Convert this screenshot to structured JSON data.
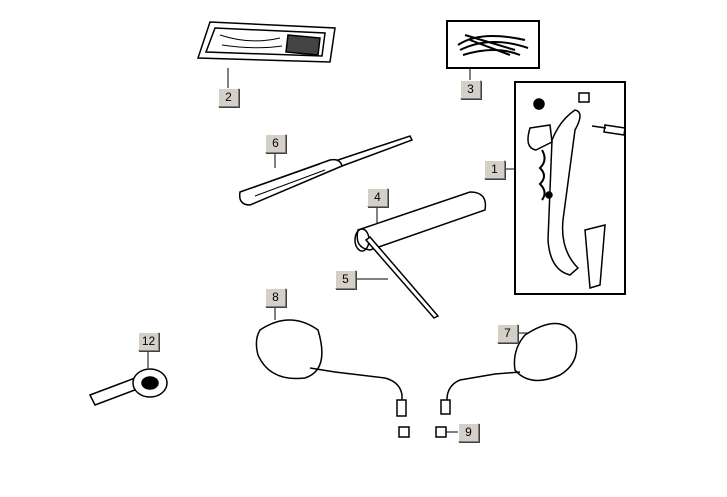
{
  "callouts": [
    {
      "number": "1",
      "part": "side-stand-kit"
    },
    {
      "number": "2",
      "part": "tool-pouch"
    },
    {
      "number": "3",
      "part": "hardware-bag"
    },
    {
      "number": "4",
      "part": "spark-plug-wrench"
    },
    {
      "number": "5",
      "part": "wrench-handle-bar"
    },
    {
      "number": "6",
      "part": "screwdriver"
    },
    {
      "number": "7",
      "part": "right-mirror"
    },
    {
      "number": "8",
      "part": "left-mirror"
    },
    {
      "number": "9",
      "part": "mirror-nut"
    },
    {
      "number": "12",
      "part": "key-blank"
    }
  ]
}
